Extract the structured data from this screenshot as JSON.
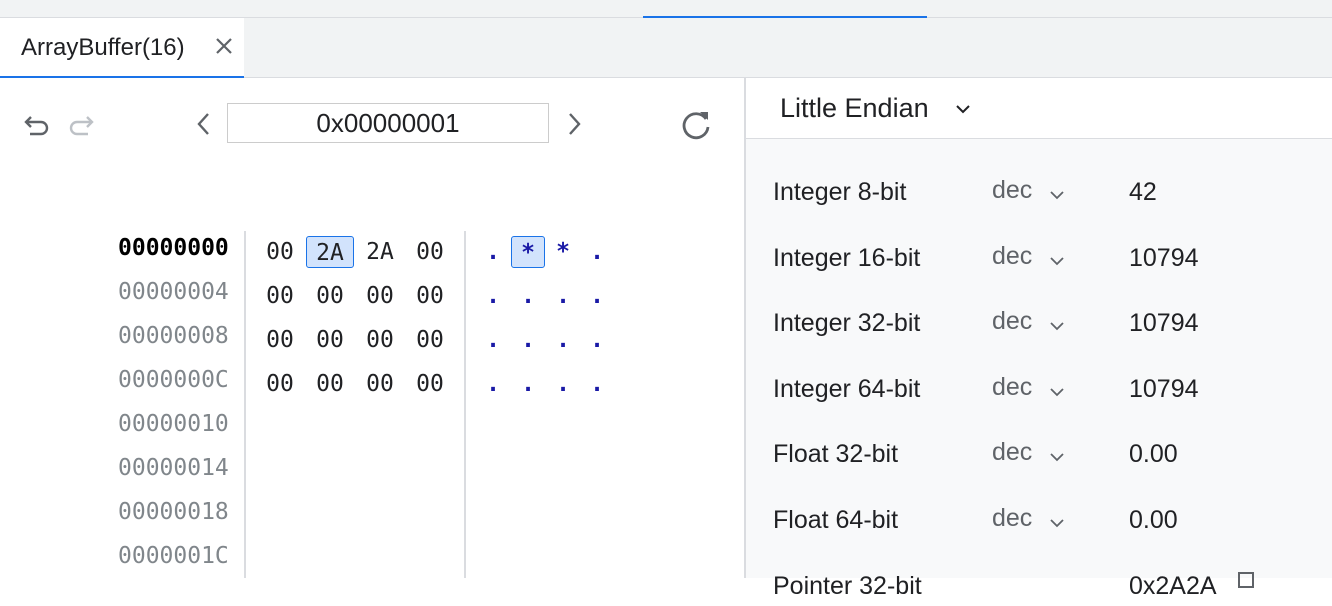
{
  "tab": {
    "label": "ArrayBuffer(16)"
  },
  "toolbar": {
    "address": "0x00000001"
  },
  "hex_view": {
    "rows": [
      {
        "offset": "00000000",
        "bytes": [
          "00",
          "2A",
          "2A",
          "00"
        ],
        "chars": [
          ".",
          "*",
          "*",
          "."
        ]
      },
      {
        "offset": "00000004",
        "bytes": [
          "00",
          "00",
          "00",
          "00"
        ],
        "chars": [
          ".",
          ".",
          ".",
          "."
        ]
      },
      {
        "offset": "00000008",
        "bytes": [
          "00",
          "00",
          "00",
          "00"
        ],
        "chars": [
          ".",
          ".",
          ".",
          "."
        ]
      },
      {
        "offset": "0000000C",
        "bytes": [
          "00",
          "00",
          "00",
          "00"
        ],
        "chars": [
          ".",
          ".",
          ".",
          "."
        ]
      },
      {
        "offset": "00000010"
      },
      {
        "offset": "00000014"
      },
      {
        "offset": "00000018"
      },
      {
        "offset": "0000001C"
      }
    ],
    "selected_byte_index": 1
  },
  "inspector": {
    "endianness": "Little Endian",
    "values": [
      {
        "name": "Integer 8-bit",
        "mode": "dec",
        "value": "42"
      },
      {
        "name": "Integer 16-bit",
        "mode": "dec",
        "value": "10794"
      },
      {
        "name": "Integer 32-bit",
        "mode": "dec",
        "value": "10794"
      },
      {
        "name": "Integer 64-bit",
        "mode": "dec",
        "value": "10794"
      },
      {
        "name": "Float 32-bit",
        "mode": "dec",
        "value": "0.00"
      },
      {
        "name": "Float 64-bit",
        "mode": "dec",
        "value": "0.00"
      },
      {
        "name": "Pointer 32-bit",
        "mode": "",
        "value": "0x2A2A"
      }
    ]
  },
  "icons": {
    "undo": "undo-icon",
    "redo": "redo-icon",
    "prev": "chevron-left-icon",
    "next": "chevron-right-icon",
    "refresh": "refresh-icon",
    "close": "close-icon",
    "chevron": "chevron-down-icon",
    "copy": "copy-icon"
  },
  "colors": {
    "accent": "#1a73e8",
    "selection": "#d2e3fc",
    "char": "#1a1aa6"
  }
}
